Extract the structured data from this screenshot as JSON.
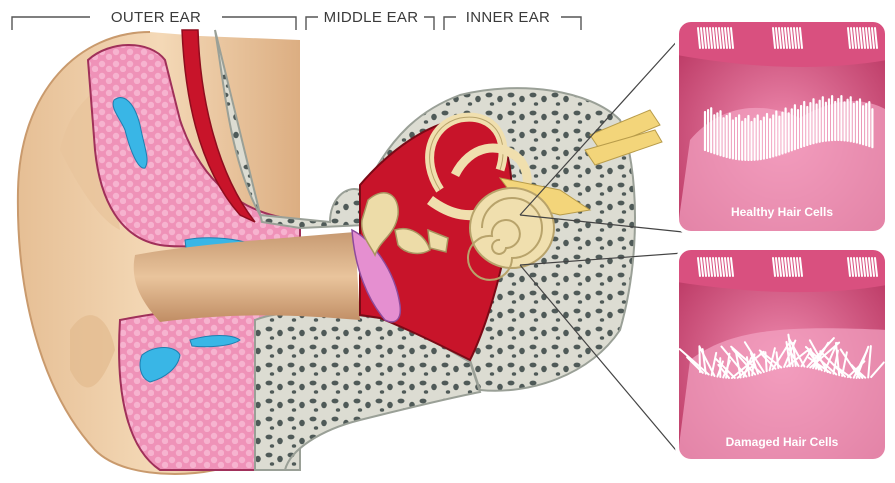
{
  "sections": {
    "outer": "OUTER EAR",
    "middle": "MIDDLE EAR",
    "inner": "INNER EAR"
  },
  "insets": {
    "healthy": "Healthy Hair Cells",
    "damaged": "Damaged Hair Cells"
  },
  "colors": {
    "skin": "#f1d2ac",
    "skin_shadow": "#d8aa7e",
    "cartilage": "#ee8fb6",
    "bone": "#dcdcd2",
    "pores": "#4f5a58",
    "blood": "#c8142a",
    "cochlea": "#f0dfae",
    "inset_pink": "#c8426e",
    "blue_fluid": "#39b6e6"
  }
}
